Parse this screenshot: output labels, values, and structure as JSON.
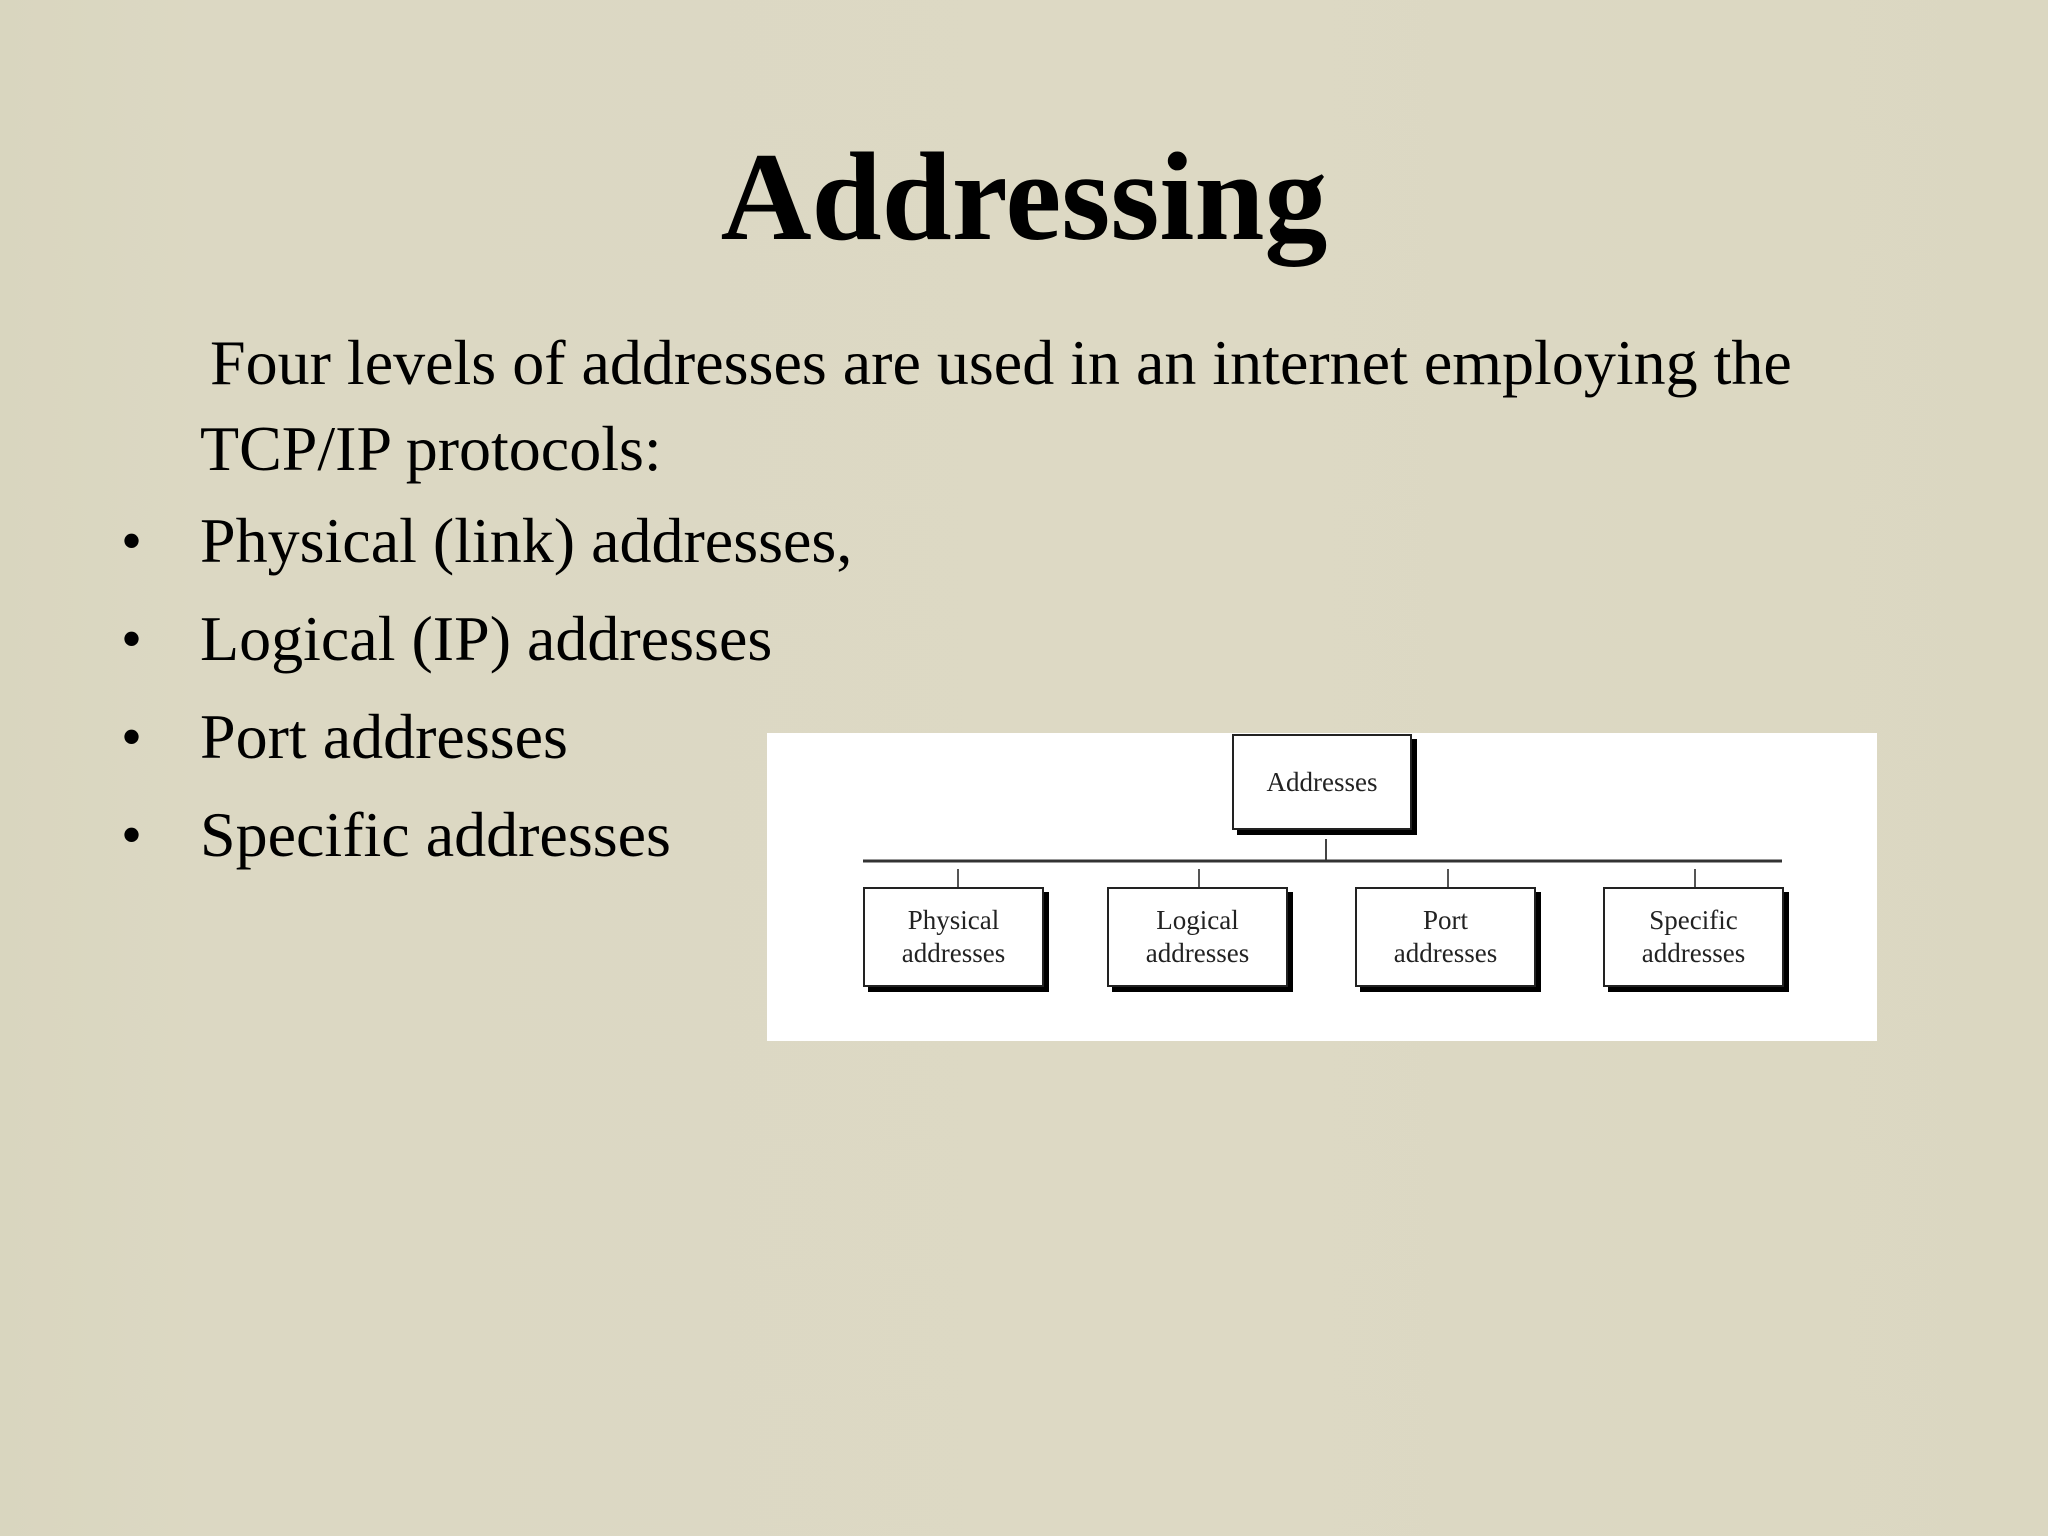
{
  "slide": {
    "title": "Addressing",
    "intro": "Four levels of addresses are used in an internet employing the TCP/IP protocols:",
    "bullets": [
      "Physical (link) addresses,",
      "Logical (IP) addresses",
      "Port addresses",
      "Specific addresses"
    ],
    "bullet_glyph": "•",
    "background_color": "#dcd8c2"
  },
  "diagram": {
    "root": "Addresses",
    "children": [
      {
        "line1": "Physical",
        "line2": "addresses"
      },
      {
        "line1": "Logical",
        "line2": "addresses"
      },
      {
        "line1": "Port",
        "line2": "addresses"
      },
      {
        "line1": "Specific",
        "line2": "addresses"
      }
    ]
  }
}
